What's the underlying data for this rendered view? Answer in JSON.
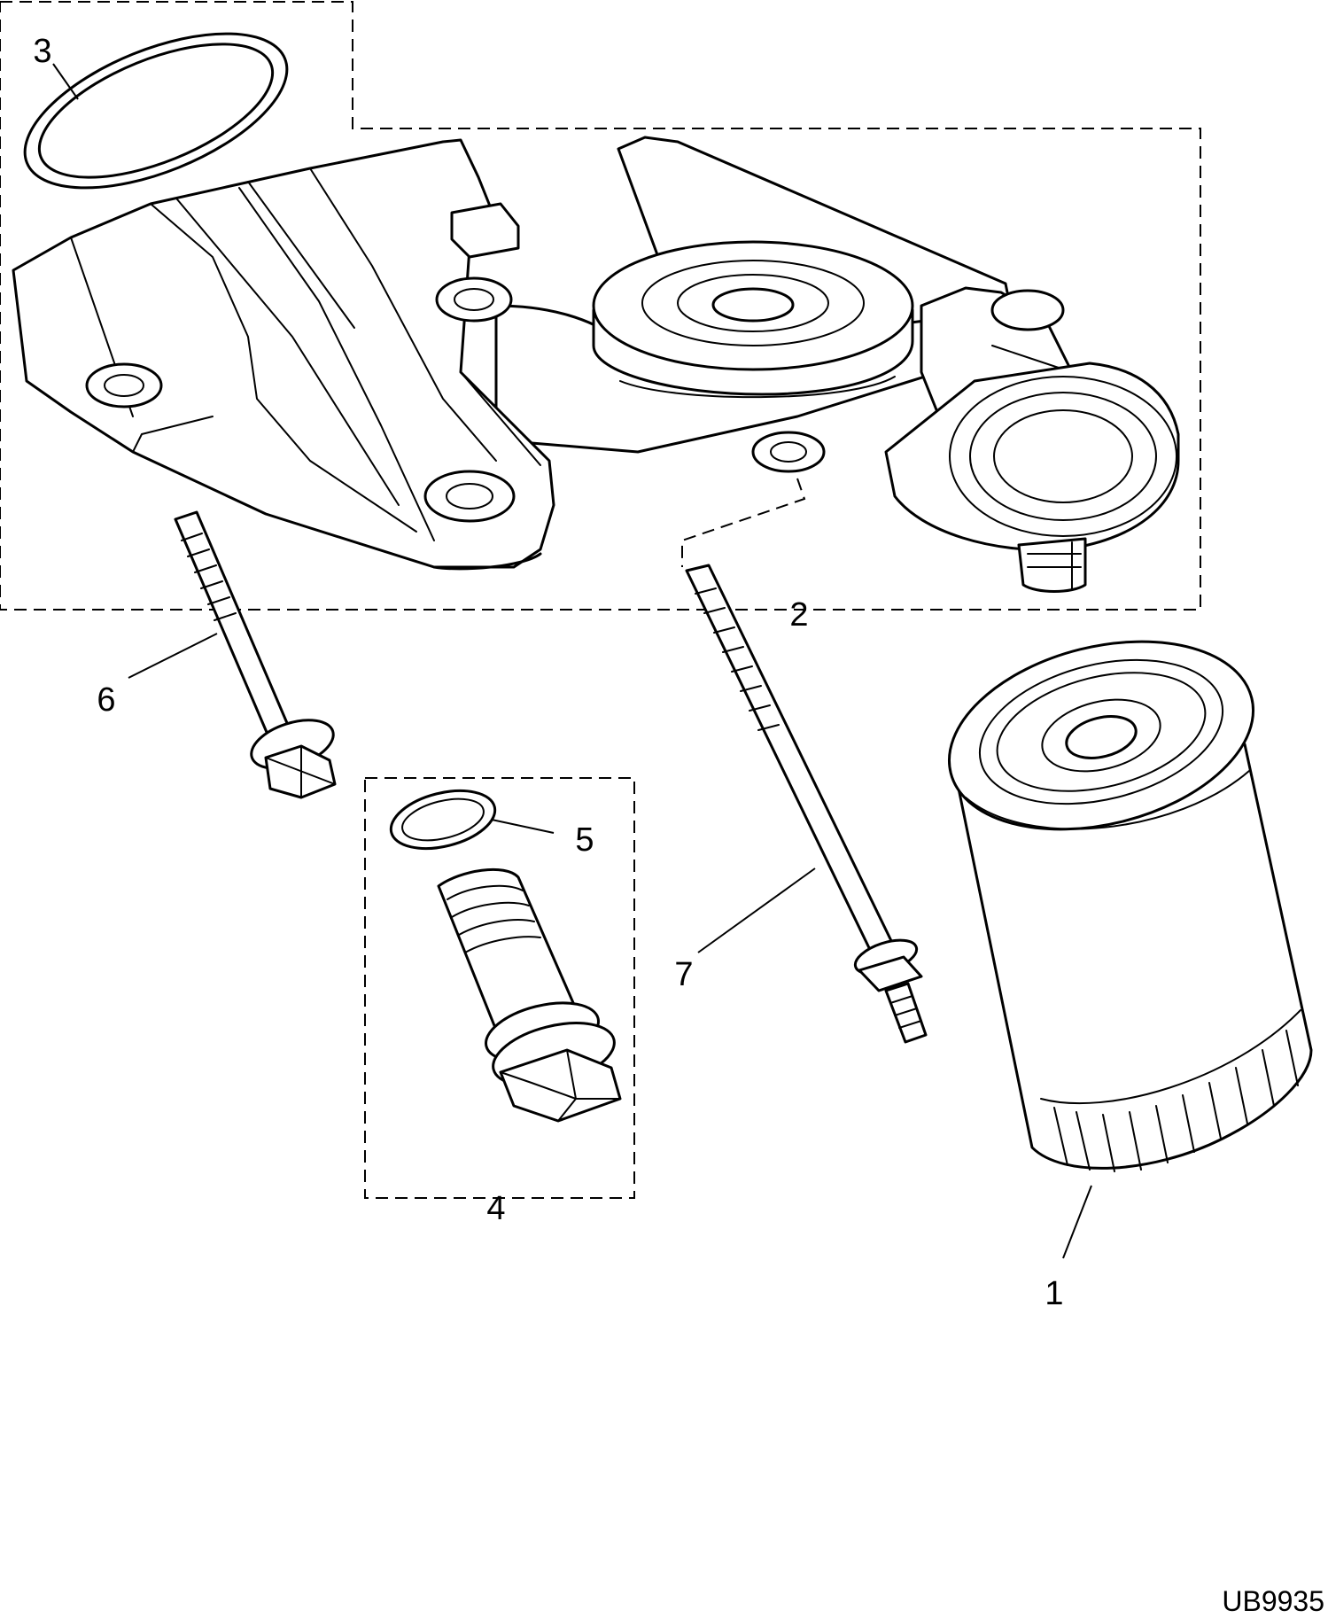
{
  "callouts": {
    "c1": "1",
    "c2": "2",
    "c3": "3",
    "c4": "4",
    "c5": "5",
    "c6": "6",
    "c7": "7"
  },
  "figure_ref": "UB9935"
}
